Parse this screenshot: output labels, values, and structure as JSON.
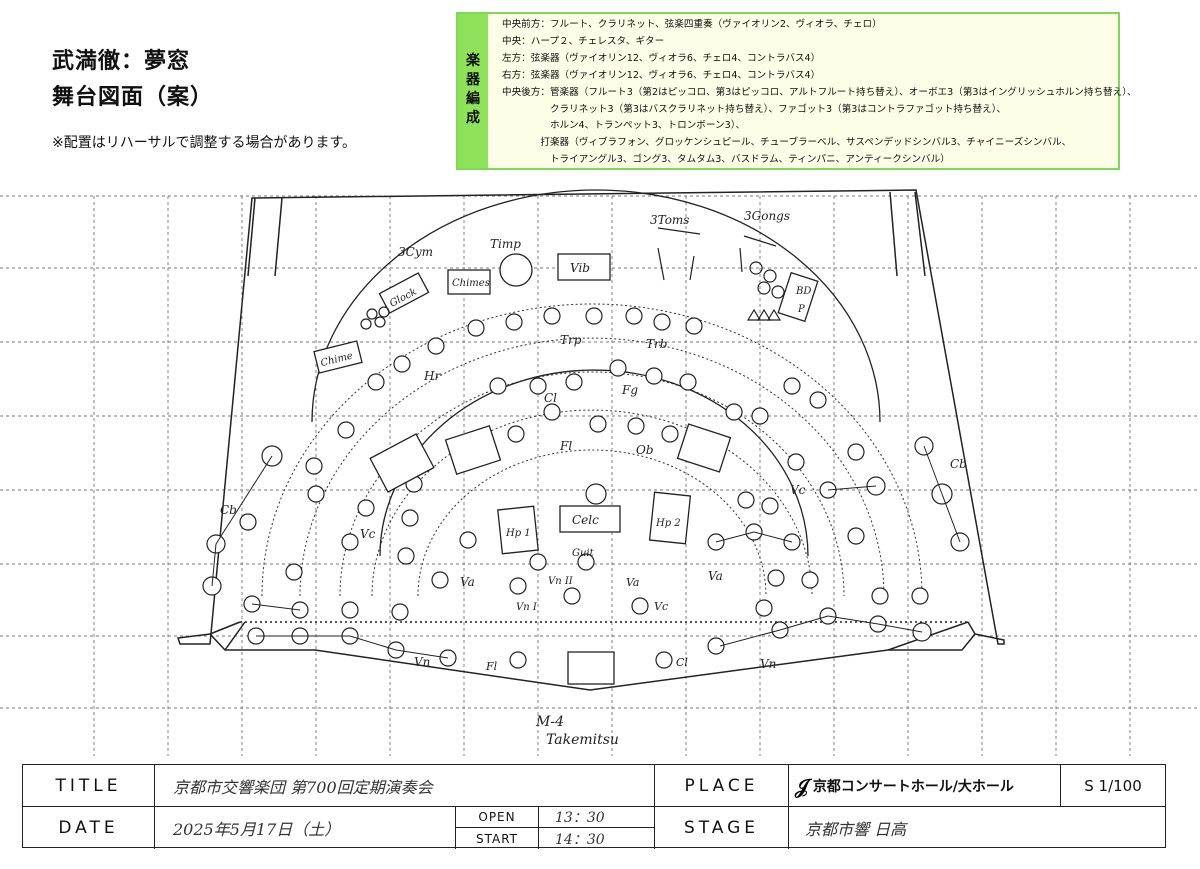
{
  "header": {
    "composer_title": "武満徹：夢窓",
    "subtitle": "舞台図面（案）",
    "note": "※配置はリハーサルで調整する場合があります。"
  },
  "instrumentation": {
    "side_label": [
      "楽",
      "器",
      "編",
      "成"
    ],
    "lines": [
      "中央前方：フルート、クラリネット、弦楽四重奏（ヴァイオリン2、ヴィオラ、チェロ）",
      "中央：ハープ２、チェレスタ、ギター",
      "左方：弦楽器（ヴァイオリン12、ヴィオラ6、チェロ4、コントラバス4）",
      "右方：弦楽器（ヴァイオリン12、ヴィオラ6、チェロ4、コントラバス4）",
      "中央後方：管楽器（フルート3（第2はピッコロ、第3はピッコロ、アルトフルート持ち替え）、オーボエ3（第3はイングリッシュホルン持ち替え）、",
      "　　　　　クラリネット3（第3はバスクラリネット持ち替え）、ファゴット3（第3はコントラファゴット持ち替え）、",
      "　　　　　ホルン4、トランペット3、トロンボーン3）、",
      "　　　　打楽器（ヴィブラフォン、グロッケンシュピール、チューブラーベル、サスペンデッドシンバル3、チャイニーズシンバル、",
      "　　　　　トライアングル3、ゴング3、タムタム3、バスドラム、ティンパニ、アンティークシンバル）"
    ]
  },
  "stage_labels": {
    "cym": "3Cym",
    "timp": "Timp",
    "chimes": "Chimes",
    "glock": "Glock",
    "chime_left": "Chime",
    "vib": "Vib",
    "toms": "3Toms",
    "gongs": "3Gongs",
    "bd": "BD",
    "tp": "P",
    "hr": "Hr",
    "trp": "Trp",
    "trb": "Trb",
    "cl": "Cl",
    "fg": "Fg",
    "fl": "Fl",
    "ob": "Ob",
    "cb_left": "Cb",
    "cb_right": "Cb",
    "vc_left": "Vc",
    "vc_right": "Vc",
    "va_left": "Va",
    "va_right": "Va",
    "vn_left": "Vn",
    "vn_right": "Vn",
    "hp1": "Hp 1",
    "hp2": "Hp 2",
    "celc": "Celc",
    "guit": "Guit",
    "va_solo": "Va",
    "vn2_solo": "Vn II",
    "vn1_solo": "Vn I",
    "vc_solo": "Vc",
    "fl_solo": "Fl",
    "cl_solo": "Cl",
    "conductor_note": "M-4",
    "conductor_name": "Takemitsu"
  },
  "footer": {
    "title_label": "TITLE",
    "title_value": "京都市交響楽団 第700回定期演奏会",
    "date_label": "DATE",
    "date_value": "2025年5月17日（土）",
    "open_label": "OPEN",
    "open_value": "13：30",
    "start_label": "START",
    "start_value": "14：30",
    "place_label": "PLACE",
    "place_value": "京都コンサートホール/大ホール",
    "scale_value": "S 1/100",
    "stage_label": "STAGE",
    "stage_value": "京都市響 日高"
  }
}
